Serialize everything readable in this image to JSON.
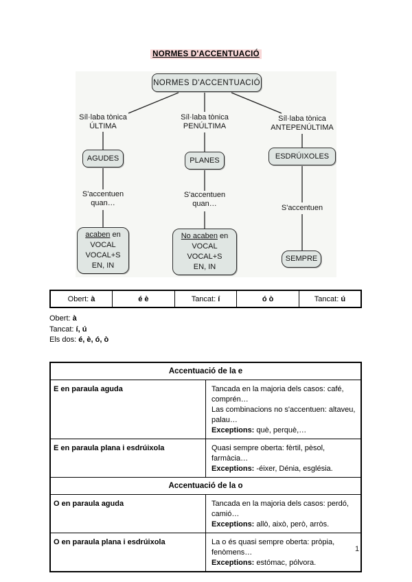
{
  "title": "NORMES D'ACCENTUACIÓ",
  "page_number": "1",
  "colors": {
    "title_highlight": "#f8d7d7",
    "diagram_box_fill": "#e0e6e3",
    "diagram_background": "#f6f7f4",
    "table_border": "#000000"
  },
  "diagram": {
    "root_label": "NORMES D'ACCENTUACIÓ",
    "branches": [
      {
        "syllable_label": "Síl·laba tònica\nÚLTIMA",
        "category_label": "AGUDES",
        "condition_label": "S'accentuen\nquan…",
        "rule_underlined": "acaben",
        "rule_suffix": " en",
        "rule_lines": "VOCAL\nVOCAL+S\nEN, IN"
      },
      {
        "syllable_label": "Síl·laba tònica\nPENÚLTIMA",
        "category_label": "PLANES",
        "condition_label": "S'accentuen\nquan…",
        "rule_underlined": "No acaben",
        "rule_suffix": " en",
        "rule_lines": "VOCAL\nVOCAL+S\nEN, IN"
      },
      {
        "syllable_label": "Síl·laba tònica\nANTEPENÚLTIMA",
        "category_label": "ESDRÚIXOLES",
        "condition_label": "S'accentuen",
        "rule_label": "SEMPRE"
      }
    ]
  },
  "vowel_strip": {
    "cells": [
      {
        "prefix": "Obert: ",
        "value": "à"
      },
      {
        "prefix": "",
        "value": "é è"
      },
      {
        "prefix": "Tancat: ",
        "value": "í"
      },
      {
        "prefix": "",
        "value": "ó ò"
      },
      {
        "prefix": "Tancat: ",
        "value": "ú"
      }
    ]
  },
  "info_lines": [
    {
      "prefix": "Obert: ",
      "value": "à"
    },
    {
      "prefix": "Tancat: ",
      "value": "í, ú"
    },
    {
      "prefix": "Els dos: ",
      "value": "é, è, ó, ò"
    }
  ],
  "main_table": {
    "rows": [
      {
        "type": "section_header",
        "text": "Accentuació de la e"
      },
      {
        "type": "rule",
        "term": "E en paraula aguda",
        "lines": [
          {
            "text": "Tancada en la majoria dels casos: café, comprén…"
          },
          {
            "text": "Las combinacions no s'accentuen: altaveu, palau…"
          },
          {
            "bold": "Exceptions:",
            "text": " què, perquè,…"
          }
        ]
      },
      {
        "type": "rule",
        "term": "E en paraula plana i esdrúixola",
        "lines": [
          {
            "text": "Quasi sempre oberta: fèrtil, pèsol, farmàcia…"
          },
          {
            "bold": "Exceptions:",
            "text": " -éixer, Dénia, església."
          }
        ]
      },
      {
        "type": "section_header",
        "text": "Accentuació de la o"
      },
      {
        "type": "rule",
        "term": "O en paraula aguda",
        "lines": [
          {
            "text": "Tancada en la majoria dels casos: perdó, camió…"
          },
          {
            "bold": "Exceptions:",
            "text": " allò, això, però, arròs."
          }
        ]
      },
      {
        "type": "rule",
        "term": "O en paraula plana i esdrúixola",
        "lines": [
          {
            "text": "La o és quasi sempre oberta: pròpia, fenòmens…"
          },
          {
            "bold": "Exceptions:",
            "text": " estómac, pólvora."
          }
        ]
      }
    ]
  }
}
